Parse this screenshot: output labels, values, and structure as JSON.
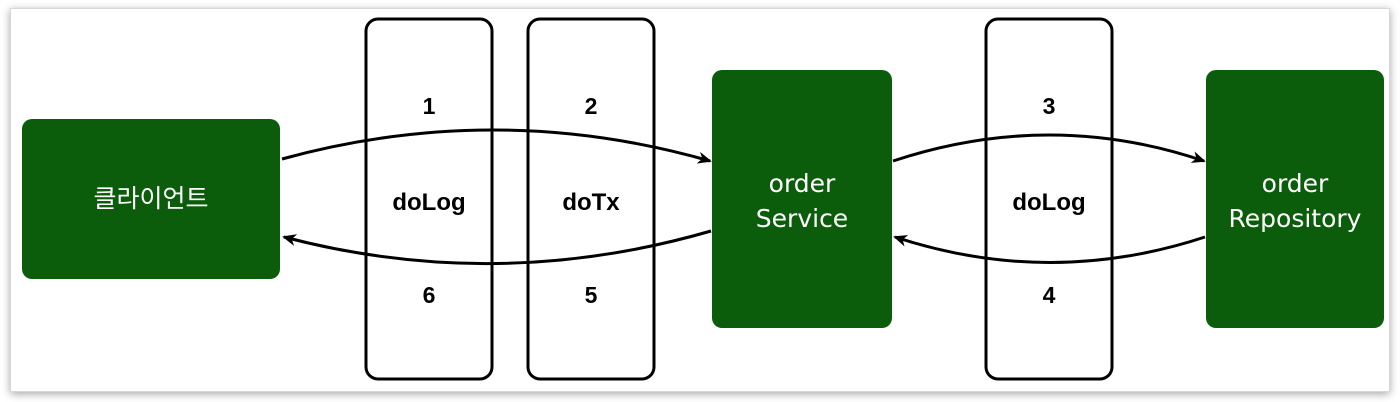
{
  "colors": {
    "node_fill": "#0b5c0b",
    "node_text": "#ffffff",
    "aspect_border": "#000000",
    "arrow": "#000000"
  },
  "nodes": {
    "client": {
      "label": "클라이언트"
    },
    "order_service": {
      "line1": "order",
      "line2": "Service"
    },
    "order_repository": {
      "line1": "order",
      "line2": "Repository"
    }
  },
  "aspects": [
    {
      "label": "doLog",
      "top_number": "1",
      "bottom_number": "6"
    },
    {
      "label": "doTx",
      "top_number": "2",
      "bottom_number": "5"
    },
    {
      "label": "doLog",
      "top_number": "3",
      "bottom_number": "4"
    }
  ],
  "arrows": [
    {
      "from": "client",
      "to": "order_service",
      "direction": "forward"
    },
    {
      "from": "order_service",
      "to": "client",
      "direction": "return"
    },
    {
      "from": "order_service",
      "to": "order_repository",
      "direction": "forward"
    },
    {
      "from": "order_repository",
      "to": "order_service",
      "direction": "return"
    }
  ]
}
